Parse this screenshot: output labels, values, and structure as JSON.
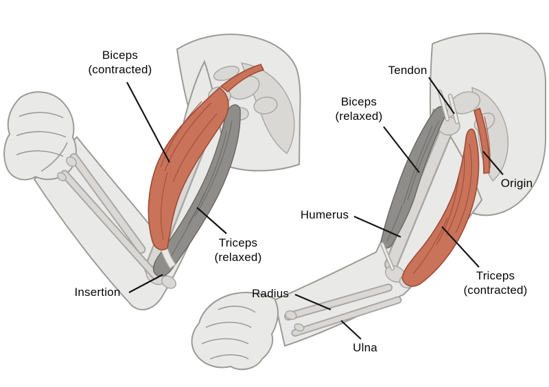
{
  "colors": {
    "background": "#ffffff",
    "skin": "#e9e9e7",
    "bone": "#d9d8d4",
    "contracted_muscle": "#c8735a",
    "contracted_muscle_dark": "#9e4a34",
    "relaxed_muscle": "#8f8d8a",
    "leader_line": "#141414",
    "label_text": "#050505"
  },
  "left_figure": {
    "name": "flexed-arm",
    "labels": {
      "biceps": {
        "text": "Biceps\n(contracted)"
      },
      "triceps": {
        "text": "Triceps\n(relaxed)"
      },
      "insertion": {
        "text": "Insertion"
      }
    }
  },
  "right_figure": {
    "name": "extended-arm",
    "labels": {
      "tendon": {
        "text": "Tendon"
      },
      "biceps": {
        "text": "Biceps\n(relaxed)"
      },
      "origin": {
        "text": "Origin"
      },
      "humerus": {
        "text": "Humerus"
      },
      "triceps": {
        "text": "Triceps\n(contracted)"
      },
      "radius": {
        "text": "Radius"
      },
      "ulna": {
        "text": "Ulna"
      }
    }
  }
}
